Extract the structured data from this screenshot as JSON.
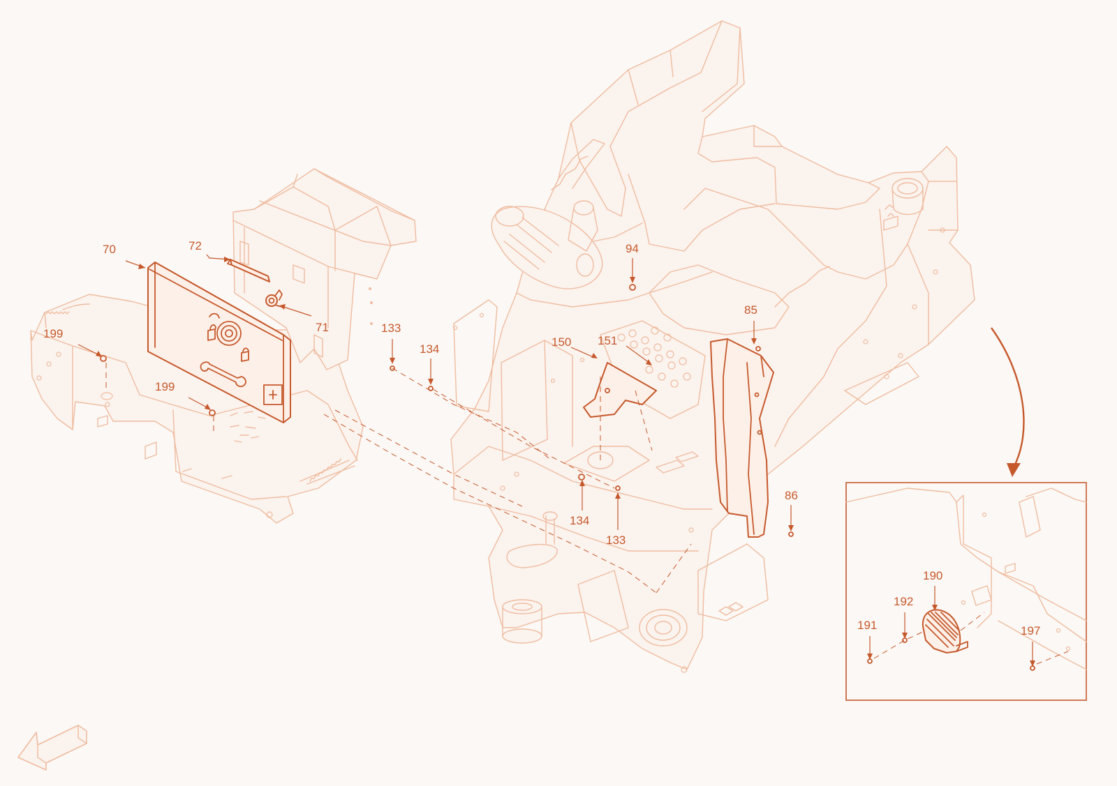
{
  "diagram": {
    "accent_color": "#c6592c",
    "line_color": "#efbca0",
    "background_color": "#fbf8f5",
    "callouts": {
      "c70": "70",
      "c72": "72",
      "c71": "71",
      "c199a": "199",
      "c199b": "199",
      "c133a": "133",
      "c134a": "134",
      "c94": "94",
      "c150": "150",
      "c151": "151",
      "c85": "85",
      "c86": "86",
      "c134b": "134",
      "c133b": "133",
      "c190": "190",
      "c192": "192",
      "c191": "191",
      "c197": "197"
    },
    "icons": {
      "orientation": "direction-arrow-icon",
      "lock": "lock-icon",
      "wrench": "wrench-icon",
      "first_aid": "first-aid-icon",
      "battery": "battery-icon"
    }
  }
}
